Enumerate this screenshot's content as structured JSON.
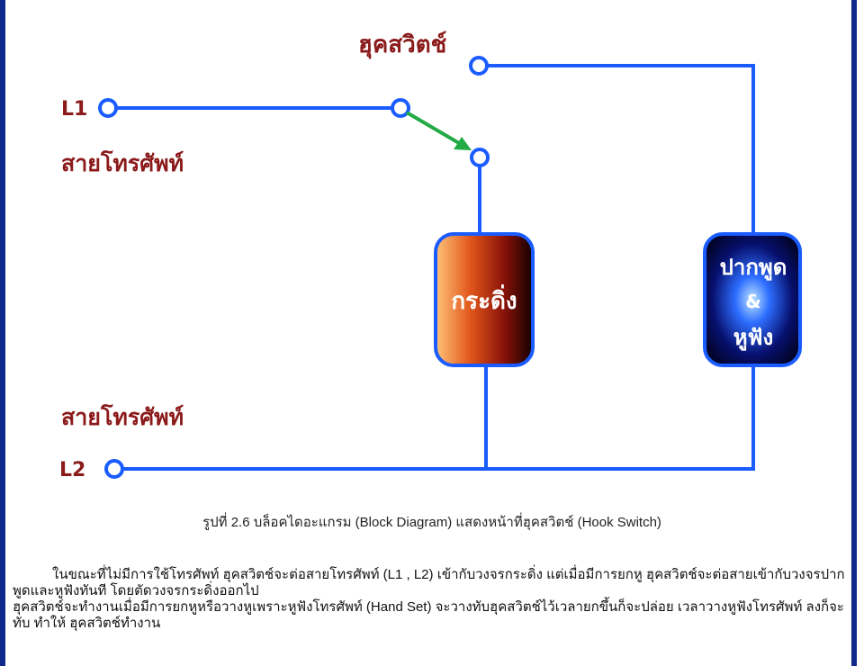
{
  "diagram": {
    "hook_switch_label": "ฮุคสวิตช์",
    "l1_label": "L1",
    "line_label_top": "สายโทรศัพท์",
    "line_label_bottom": "สายโทรศัพท์",
    "l2_label": "L2",
    "ringer_label": "กระดิ่ง",
    "handset_line1": "ปากพูด",
    "handset_amp": "&",
    "handset_line3": "หูฟัง",
    "colors": {
      "wire": "#1a5cff",
      "label": "#8b1a1a",
      "switch_arrow": "#22aa44",
      "frame": "#0f2a8c"
    }
  },
  "caption": "รูปที่ 2.6 บล็อคไดอะแกรม (Block Diagram) แสดงหน้าที่ฮุคสวิตช์ (Hook Switch)",
  "paragraphs": [
    "ในขณะที่ไม่มีการใช้โทรศัพท์ ฮุคสวิตช์จะต่อสายโทรศัพท์ (L1 , L2) เข้ากับวงจรกระดิ่ง แต่เมื่อมีการยกหู ฮุคสวิตช์จะต่อสายเข้ากับวงจรปากพูดและหูฟังทันที โดยตัดวงจรกระดิ่งออกไป",
    "ฮุคสวิตช์จะทำงานเมื่อมีการยกหูหรือวางหูเพราะหูฟังโทรศัพท์ (Hand Set) จะวางทับฮุคสวิตช์ไว้เวลายกขึ้นก็จะปล่อย เวลาวางหูฟังโทรศัพท์ ลงก็จะทับ ทำให้ ฮุคสวิตช์ทำงาน"
  ]
}
